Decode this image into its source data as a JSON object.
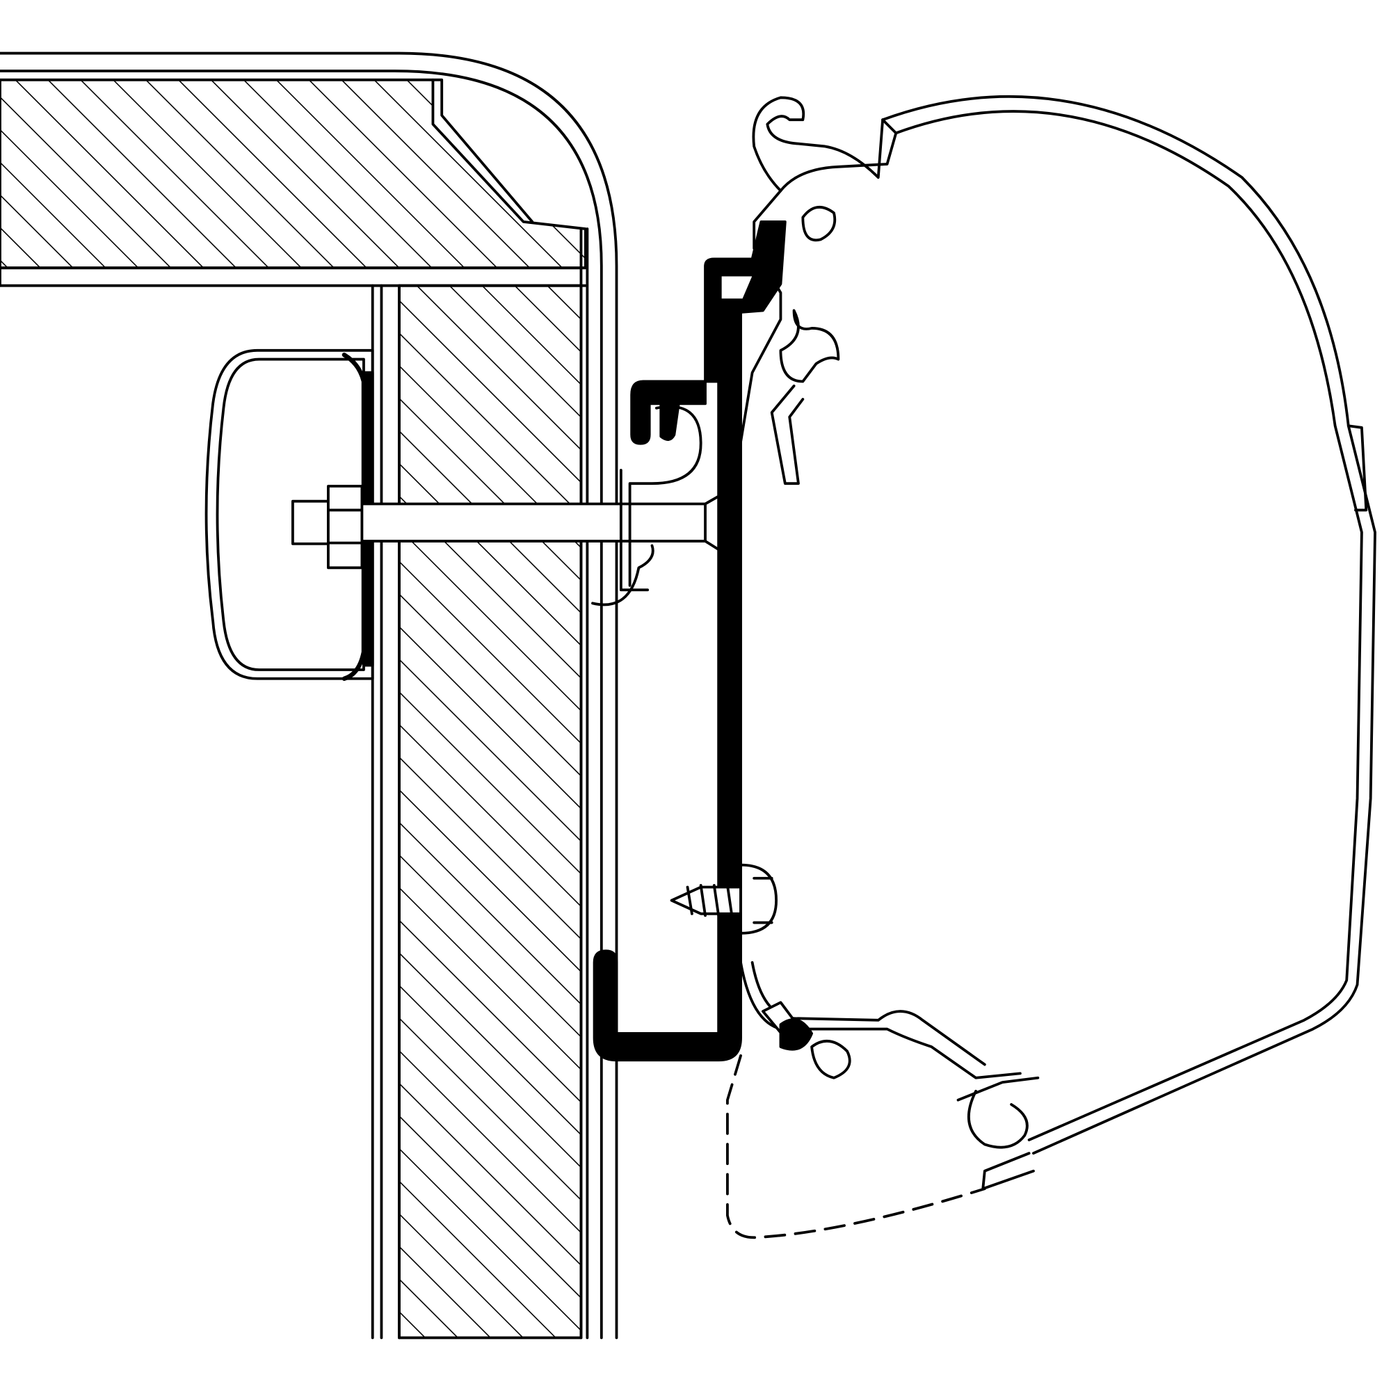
{
  "colors": {
    "background": "#ffffff",
    "line": "#000000",
    "bracket_fill": "#000000"
  },
  "parts": [
    "roof-panel",
    "outer-skin",
    "wall-panel",
    "interior-grab-handle",
    "through-bolt",
    "adapter-bracket",
    "wood-screw",
    "awning-housing",
    "awning-profile-rail"
  ]
}
